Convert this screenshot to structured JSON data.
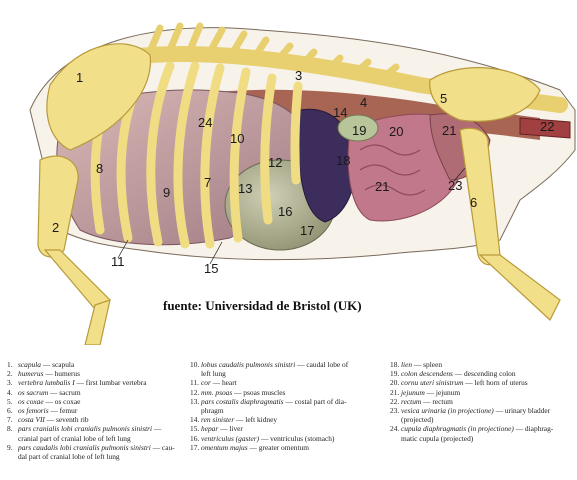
{
  "credit": "fuente: Universidad de Bristol (UK)",
  "figure_labels": [
    "1",
    "2",
    "3",
    "4",
    "5",
    "6",
    "7",
    "8",
    "9",
    "10",
    "11",
    "24",
    "12",
    "13",
    "14",
    "15",
    "16",
    "17",
    "18",
    "19",
    "20",
    "21",
    "21",
    "22",
    "23"
  ],
  "legend": {
    "col1": [
      {
        "n": "1.",
        "lat": "scapula",
        "txt": " — scapula"
      },
      {
        "n": "2.",
        "lat": "humerus",
        "txt": " — humerus"
      },
      {
        "n": "3.",
        "lat": "vertebra lumbalis I",
        "txt": " — first lumbar vertebra"
      },
      {
        "n": "4.",
        "lat": "os sacrum",
        "txt": " — sacrum"
      },
      {
        "n": "5.",
        "lat": "os coxae",
        "txt": " — os coxae"
      },
      {
        "n": "6.",
        "lat": "os femoris",
        "txt": " — femur"
      },
      {
        "n": "7.",
        "lat": "costa VII",
        "txt": " — seventh rib"
      },
      {
        "n": "8.",
        "lat": "pars cranialis lobi cranialis pulmonis sinistri",
        "txt": " —",
        "cont": "cranial part of cranial lobe of left lung"
      },
      {
        "n": "9.",
        "lat": "pars caudalis lobi cranialis pulmonis sinistri",
        "txt": " — cau-",
        "cont": "dal part of cranial lobe of left lung"
      }
    ],
    "col2": [
      {
        "n": "10.",
        "lat": "lobus caudalis pulmonis sinistri",
        "txt": " — caudal lobe of",
        "cont": "left lung"
      },
      {
        "n": "11.",
        "lat": "cor",
        "txt": " — heart"
      },
      {
        "n": "12.",
        "lat": "mm. psoas",
        "txt": " — psoas muscles"
      },
      {
        "n": "13.",
        "lat": "pars costalis diaphragmatis",
        "txt": " — costal part of dia-",
        "cont": "phragm"
      },
      {
        "n": "14.",
        "lat": "ren sinister",
        "txt": " — left kidney"
      },
      {
        "n": "15.",
        "lat": "hepar",
        "txt": " — liver"
      },
      {
        "n": "16.",
        "lat": "ventriculus (gaster)",
        "txt": " — ventriculus (stomach)"
      },
      {
        "n": "17.",
        "lat": "omentum majus",
        "txt": " — greater omentum"
      }
    ],
    "col3": [
      {
        "n": "18.",
        "lat": "lien",
        "txt": " — spleen"
      },
      {
        "n": "19.",
        "lat": "colon descendens",
        "txt": " — descending colon"
      },
      {
        "n": "20.",
        "lat": "cornu uteri sinistrum",
        "txt": " — left horn of uterus"
      },
      {
        "n": "21.",
        "lat": "jejunum",
        "txt": " — jejunum"
      },
      {
        "n": "22.",
        "lat": "rectum",
        "txt": " — rectum"
      },
      {
        "n": "23.",
        "lat": "vesica urinaria (in projectione)",
        "txt": " — urinary bladder",
        "cont": "(projected)"
      },
      {
        "n": "24.",
        "lat": "cupula diaphragmatis (in projectione)",
        "txt": " — diaphrag-",
        "cont": "matic cupula (projected)"
      }
    ]
  },
  "colors": {
    "bone": "#f2df8a",
    "bone_edge": "#b89a3a",
    "lung": "#c9a7a8",
    "liver": "#3d2d5c",
    "stomach": "#a7a78c",
    "intestine": "#c1788a",
    "muscle": "#9b4b3a",
    "colon": "#b8c49a"
  }
}
